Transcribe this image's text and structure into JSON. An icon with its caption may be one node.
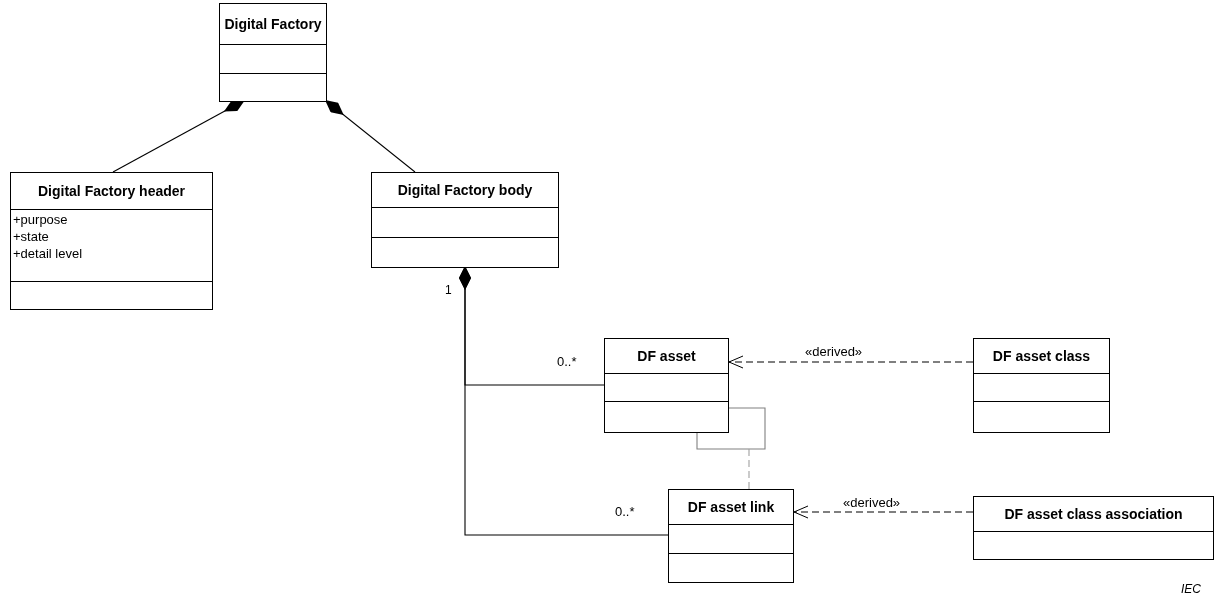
{
  "diagram": {
    "nodes": [
      {
        "text": [
          "Digital Factory"
        ]
      },
      {
        "text": [
          "Digital Factory header",
          "+purpose",
          "+state",
          "+detail level"
        ]
      },
      {
        "text": [
          "Digital Factory body"
        ]
      },
      {
        "text": [
          "DF asset"
        ]
      },
      {
        "text": [
          "DF asset link"
        ]
      },
      {
        "text": [
          "DF asset class"
        ]
      },
      {
        "text": [
          "DF asset class association"
        ]
      }
    ],
    "edges": [
      {
        "from": 1,
        "to": 0,
        "arrow": "other"
      },
      {
        "from": 2,
        "to": 0,
        "arrow": "other"
      },
      {
        "from": 3,
        "to": 2,
        "arrow": "other",
        "label": "0..*"
      },
      {
        "from": 4,
        "to": 2,
        "arrow": "other",
        "label": "0..*"
      },
      {
        "from": 3,
        "to": 3,
        "arrow": "none",
        "color": "#808080"
      },
      {
        "from": 4,
        "to": null,
        "arrow": "none",
        "style": "dashed",
        "color": "#a0a0a0"
      },
      {
        "from": 5,
        "to": 3,
        "arrow": "to",
        "style": "dashed",
        "label": "«derived»"
      },
      {
        "from": 6,
        "to": 4,
        "arrow": "to",
        "style": "dashed",
        "label": "«derived»"
      }
    ],
    "labels": [
      "1",
      "IEC"
    ]
  }
}
